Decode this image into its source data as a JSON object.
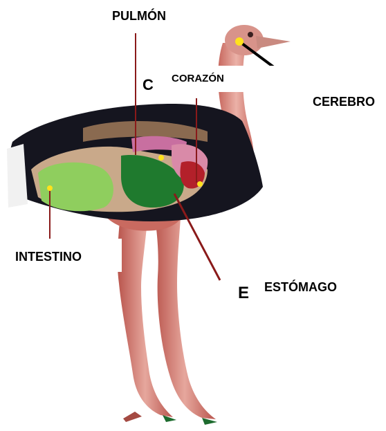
{
  "labels": {
    "pulmon": "PULMÓN",
    "corazon": "CORAZÓN",
    "cerebro": "CEREBRO",
    "intestino": "INTESTINO",
    "estomago": "ESTÓMAGO"
  },
  "remnant_letters": {
    "co": "C",
    "e": "E"
  },
  "colors": {
    "body_feathers": "#15151f",
    "skin": "#d8938a",
    "muscle": "#c7675e",
    "intestine_green": "#8fce5e",
    "stomach_green": "#1f7a2e",
    "lung_pink": "#c86fa0",
    "heart_red": "#b3202a",
    "marker_yellow": "#ffe21c",
    "pointer_red": "#8a1a1a"
  },
  "icons": [
    "ostrich-anatomy-illustration"
  ]
}
